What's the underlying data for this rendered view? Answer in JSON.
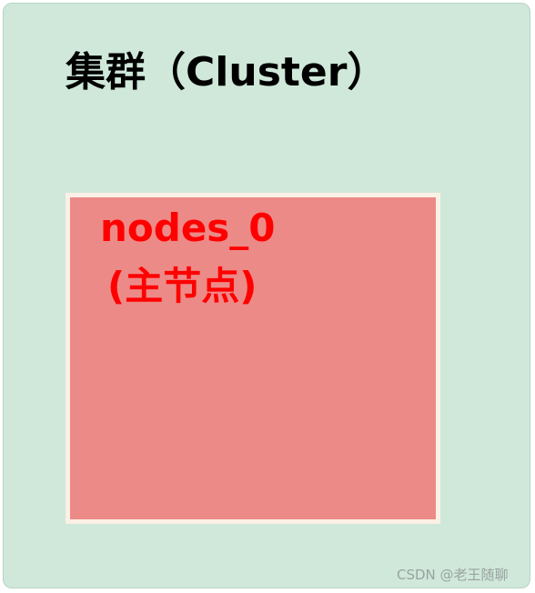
{
  "cluster": {
    "title": "集群（Cluster）",
    "fill_color": "#cfe8da"
  },
  "node": {
    "name": "nodes_0",
    "role": "(主节点)",
    "fill_color": "#ec8a88",
    "text_color": "#ff0000"
  },
  "watermark": {
    "text": "CSDN @老王随聊"
  }
}
